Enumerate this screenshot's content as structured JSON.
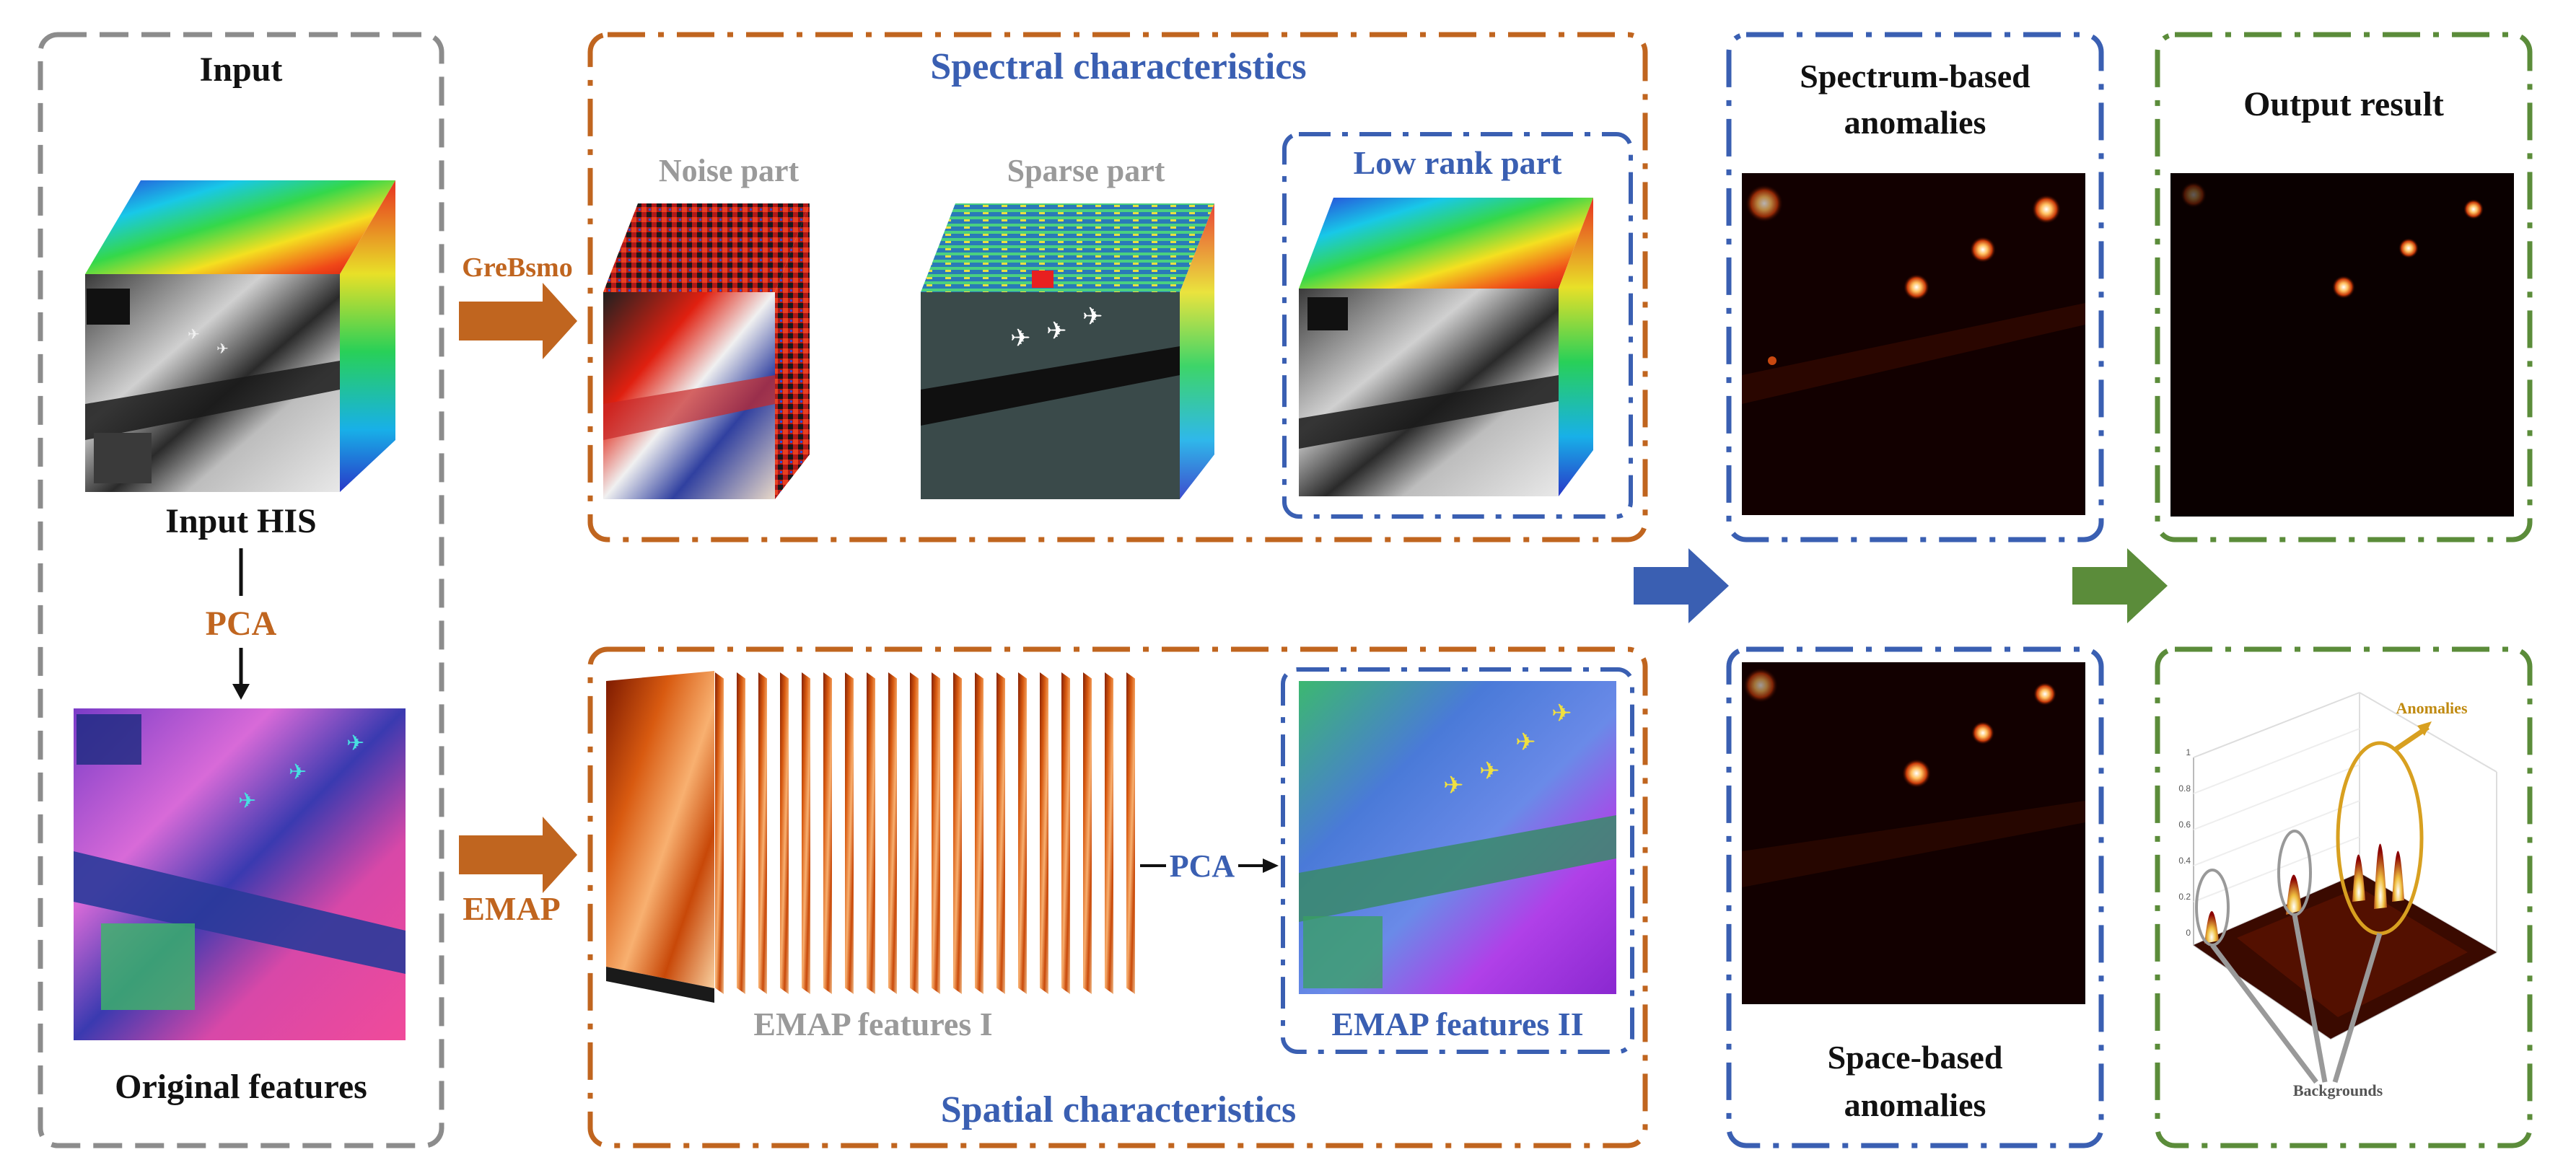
{
  "input_section": {
    "title": "Input",
    "hsi_label": "Input HIS",
    "pca_label": "PCA",
    "original_label": "Original features"
  },
  "spectral_section": {
    "title": "Spectral characteristics",
    "method_label": "GreBsmo",
    "noise_label": "Noise part",
    "sparse_label": "Sparse part",
    "lowrank_label": "Low rank part"
  },
  "spatial_section": {
    "title": "Spatial characteristics",
    "method_label": "EMAP",
    "pca_label": "PCA",
    "emap1_label": "EMAP features І",
    "emap2_label": "EMAP features ІІ"
  },
  "anomaly_section": {
    "spectrum_label_line1": "Spectrum-based",
    "spectrum_label_line2": "anomalies",
    "space_label_line1": "Space-based",
    "space_label_line2": "anomalies"
  },
  "output_section": {
    "title": "Output result",
    "anomalies_annotation": "Anomalies",
    "backgrounds_annotation": "Backgrounds",
    "plot_z_ticks": [
      "1",
      "0.8",
      "0.6",
      "0.4",
      "0.2",
      "0"
    ]
  },
  "colors": {
    "gray_border": "#8c8c8c",
    "orange_border": "#c0651f",
    "blue_border": "#3a5fb2",
    "green_border": "#5b8c3a",
    "orange_arrow": "#c0651f",
    "blue_arrow": "#3a5fb2",
    "green_arrow": "#5b8c3a"
  }
}
